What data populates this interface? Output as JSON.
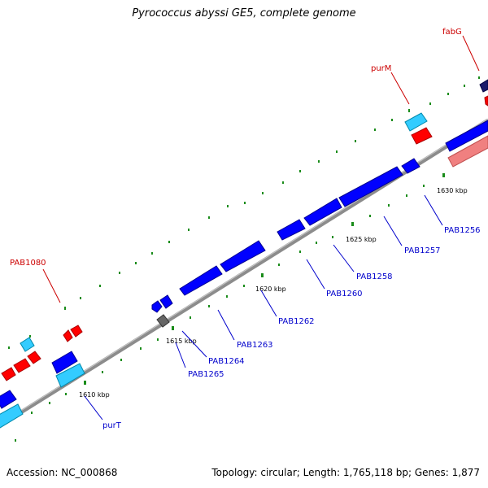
{
  "title": "Pyrococcus abyssi GE5, complete genome",
  "footer": {
    "accession": "Accession: NC_000868",
    "summary": "Topology: circular; Length: 1,765,118 bp; Genes: 1,877"
  },
  "colors": {
    "background": "#ffffff",
    "backbone": "#8c8c8c",
    "gene_blue": "#0000ff",
    "gene_cyan": "#33ccff",
    "gene_red": "#ff0000",
    "gene_pink": "#f08080",
    "gene_gray": "#666666",
    "tick_green": "#1a8c1a",
    "label_blue": "#0000cc",
    "label_red": "#cc0000"
  },
  "scale_labels": [
    "1610 kbp",
    "1615 kbp",
    "1620 kbp",
    "1625 kbp",
    "1630 kbp"
  ],
  "blue_labels": [
    "purT",
    "PAB1265",
    "PAB1264",
    "PAB1263",
    "PAB1262",
    "PAB1260",
    "PAB1258",
    "PAB1257",
    "PAB1256"
  ],
  "red_labels": [
    "PAB1080",
    "purM",
    "fabG"
  ]
}
